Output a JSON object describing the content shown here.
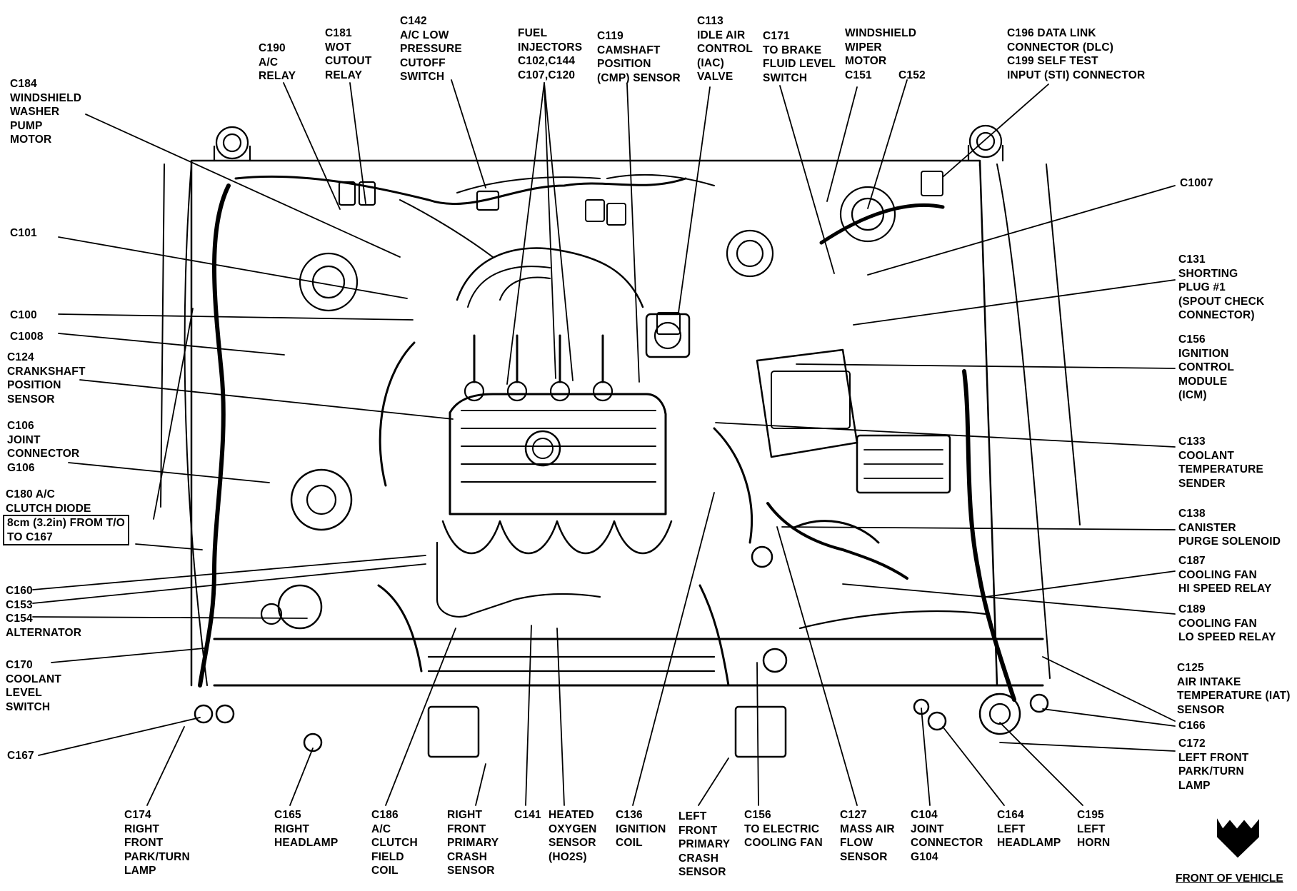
{
  "diagram": {
    "front_label": "FRONT OF VEHICLE",
    "callouts": [
      {
        "id": "c184",
        "lines": [
          "C184",
          "WINDSHIELD",
          "WASHER",
          "PUMP",
          "MOTOR"
        ]
      },
      {
        "id": "c190",
        "lines": [
          "C190",
          "A/C",
          "RELAY"
        ]
      },
      {
        "id": "c181",
        "lines": [
          "C181",
          "WOT",
          "CUTOUT",
          "RELAY"
        ]
      },
      {
        "id": "c142",
        "lines": [
          "C142",
          "A/C LOW",
          "PRESSURE",
          "CUTOFF",
          "SWITCH"
        ]
      },
      {
        "id": "fuel",
        "lines": [
          "FUEL",
          "INJECTORS",
          "C102,C144",
          "C107,C120"
        ]
      },
      {
        "id": "c119",
        "lines": [
          "C119",
          "CAMSHAFT",
          "POSITION",
          "(CMP) SENSOR"
        ]
      },
      {
        "id": "c113",
        "lines": [
          "C113",
          "IDLE AIR",
          "CONTROL",
          "(IAC)",
          "VALVE"
        ]
      },
      {
        "id": "c171",
        "lines": [
          "C171",
          "TO BRAKE",
          "FLUID LEVEL",
          "SWITCH"
        ]
      },
      {
        "id": "wiper",
        "lines": [
          "WINDSHIELD",
          "WIPER",
          "MOTOR",
          "C151"
        ]
      },
      {
        "id": "c152",
        "lines": [
          "C152"
        ]
      },
      {
        "id": "c196",
        "lines": [
          "C196 DATA LINK",
          "CONNECTOR (DLC)",
          "C199 SELF TEST",
          "INPUT (STI) CONNECTOR"
        ]
      },
      {
        "id": "c1007",
        "lines": [
          "C1007"
        ]
      },
      {
        "id": "c101",
        "lines": [
          "C101"
        ]
      },
      {
        "id": "c131",
        "lines": [
          "C131",
          "SHORTING",
          "PLUG #1",
          "(SPOUT CHECK",
          "CONNECTOR)"
        ]
      },
      {
        "id": "c100",
        "lines": [
          "C100"
        ]
      },
      {
        "id": "c1008",
        "lines": [
          "C1008"
        ]
      },
      {
        "id": "c156",
        "lines": [
          "C156",
          "IGNITION",
          "CONTROL",
          "MODULE",
          "(ICM)"
        ]
      },
      {
        "id": "c124",
        "lines": [
          "C124",
          "CRANKSHAFT",
          "POSITION",
          "SENSOR"
        ]
      },
      {
        "id": "c106",
        "lines": [
          "C106",
          "JOINT",
          "CONNECTOR",
          "G106"
        ]
      },
      {
        "id": "c133",
        "lines": [
          "C133",
          "COOLANT",
          "TEMPERATURE",
          "SENDER"
        ]
      },
      {
        "id": "c180",
        "lines": [
          "C180 A/C",
          "CLUTCH DIODE"
        ]
      },
      {
        "id": "note",
        "lines": [
          "8cm (3.2in) FROM T/O",
          "TO C167"
        ]
      },
      {
        "id": "c138",
        "lines": [
          "C138",
          "CANISTER",
          "PURGE SOLENOID"
        ]
      },
      {
        "id": "c187",
        "lines": [
          "C187",
          "COOLING FAN",
          "HI SPEED RELAY"
        ]
      },
      {
        "id": "c160",
        "lines": [
          "C160"
        ]
      },
      {
        "id": "c153",
        "lines": [
          "C153"
        ]
      },
      {
        "id": "c154",
        "lines": [
          "C154",
          "ALTERNATOR"
        ]
      },
      {
        "id": "c189",
        "lines": [
          "C189",
          "COOLING FAN",
          "LO SPEED RELAY"
        ]
      },
      {
        "id": "c170",
        "lines": [
          "C170",
          "COOLANT",
          "LEVEL",
          "SWITCH"
        ]
      },
      {
        "id": "c125",
        "lines": [
          "C125",
          "AIR INTAKE",
          "TEMPERATURE (IAT)",
          "SENSOR"
        ]
      },
      {
        "id": "c166",
        "lines": [
          "C166"
        ]
      },
      {
        "id": "c167",
        "lines": [
          "C167"
        ]
      },
      {
        "id": "c172",
        "lines": [
          "C172",
          "LEFT FRONT",
          "PARK/TURN",
          "LAMP"
        ]
      },
      {
        "id": "c174",
        "lines": [
          "C174",
          "RIGHT",
          "FRONT",
          "PARK/TURN",
          "LAMP"
        ]
      },
      {
        "id": "c165",
        "lines": [
          "C165",
          "RIGHT",
          "HEADLAMP"
        ]
      },
      {
        "id": "c186",
        "lines": [
          "C186",
          "A/C",
          "CLUTCH",
          "FIELD",
          "COIL"
        ]
      },
      {
        "id": "rfpcs",
        "lines": [
          "RIGHT",
          "FRONT",
          "PRIMARY",
          "CRASH",
          "SENSOR"
        ]
      },
      {
        "id": "c141",
        "lines": [
          "C141"
        ]
      },
      {
        "id": "ho2s",
        "lines": [
          "HEATED",
          "OXYGEN",
          "SENSOR",
          "(HO2S)"
        ]
      },
      {
        "id": "c136",
        "lines": [
          "C136",
          "IGNITION",
          "COIL"
        ]
      },
      {
        "id": "lfpcs",
        "lines": [
          "LEFT",
          "FRONT",
          "PRIMARY",
          "CRASH",
          "SENSOR"
        ]
      },
      {
        "id": "c156b",
        "lines": [
          "C156",
          "TO ELECTRIC",
          "COOLING FAN"
        ]
      },
      {
        "id": "c127",
        "lines": [
          "C127",
          "MASS AIR",
          "FLOW",
          "SENSOR"
        ]
      },
      {
        "id": "c104",
        "lines": [
          "C104",
          "JOINT",
          "CONNECTOR",
          "G104"
        ]
      },
      {
        "id": "c164",
        "lines": [
          "C164",
          "LEFT",
          "HEADLAMP"
        ]
      },
      {
        "id": "c195",
        "lines": [
          "C195",
          "LEFT",
          "HORN"
        ]
      }
    ]
  }
}
